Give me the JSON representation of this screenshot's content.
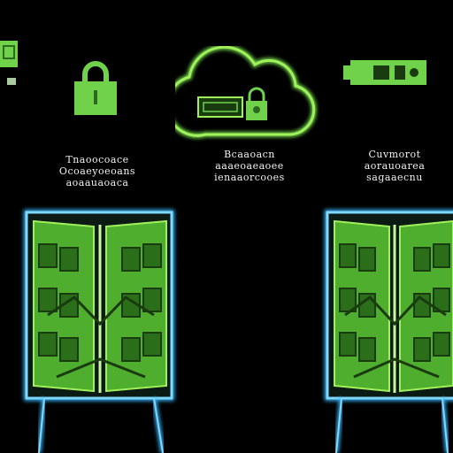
{
  "captions": {
    "left": [
      "Tnaoocoace",
      "Ocoaeyoeoans",
      "aoaauaoaca"
    ],
    "center": [
      "Bcaaoacn",
      "aaaeoaeaoee",
      "ienaaorcooes"
    ],
    "right": [
      "Cuvmorot",
      "aorauoarea",
      "sagaaecnu"
    ]
  },
  "colors": {
    "background": "#000000",
    "accent_green": "#6fd24a",
    "neon_green": "#9ff05a",
    "frame_blue": "#37b8ff"
  },
  "icons": {
    "top_left": "badge-icon",
    "padlock": "padlock-icon",
    "cloud": "cloud-lock-icon",
    "battery": "battery-icon"
  }
}
